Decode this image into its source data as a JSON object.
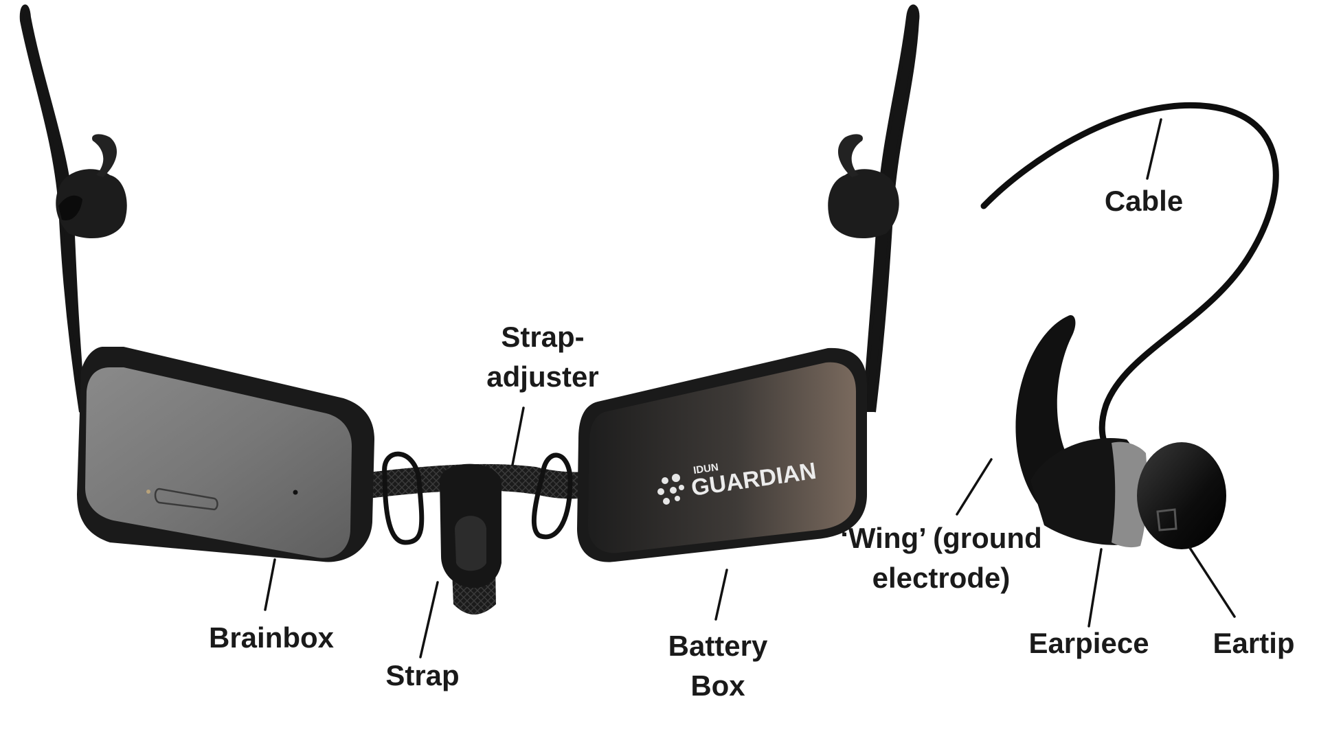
{
  "labels": {
    "strap_adjuster_line1": "Strap-",
    "strap_adjuster_line2": "adjuster",
    "brainbox": "Brainbox",
    "strap": "Strap",
    "battery_box_line1": "Battery",
    "battery_box_line2": "Box",
    "cable": "Cable",
    "wing_line1": "‘Wing’ (ground",
    "wing_line2": "electrode)",
    "earpiece": "Earpiece",
    "eartip": "Eartip"
  },
  "brand": {
    "small": "IDUN",
    "large": "GUARDIAN"
  }
}
